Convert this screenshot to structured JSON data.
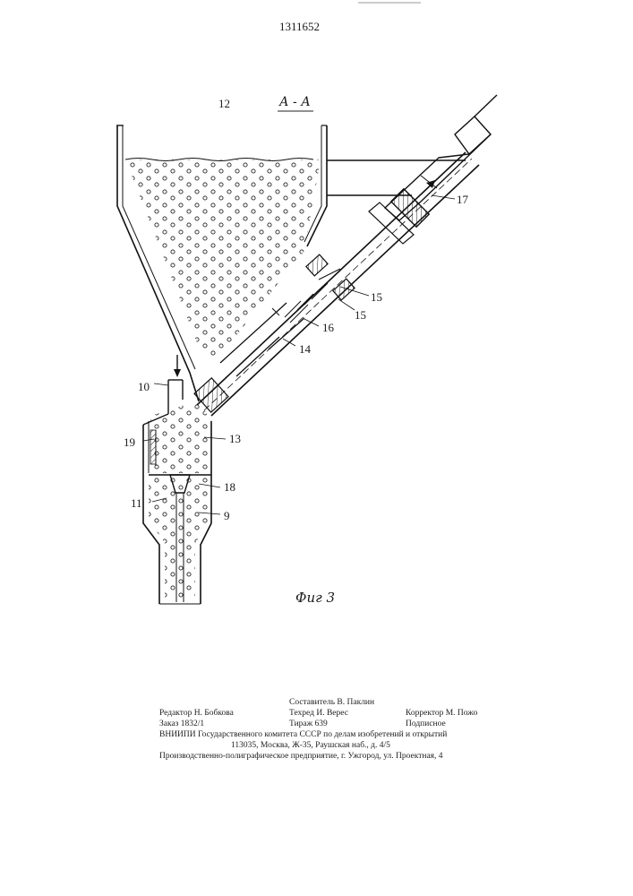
{
  "patent_number": "1311652",
  "section_label": "А - А",
  "figure_label": "Фиг 3",
  "callouts": {
    "c9": "9",
    "c10": "10",
    "c11": "11",
    "c12": "12",
    "c13": "13",
    "c14": "14",
    "c15a": "15",
    "c15b": "15",
    "c16": "16",
    "c17": "17",
    "c18": "18",
    "c19": "19"
  },
  "imprint": {
    "compiler": "Составитель В. Паклин",
    "editor": "Редактор Н. Бобкова",
    "techred": "Техред И. Верес",
    "corrector": "Корректор М. Пожо",
    "order": "Заказ 1832/1",
    "circulation": "Тираж 639",
    "subscription": "Подписное",
    "institute": "ВНИИПИ Государственного комитета СССР по делам изобретений и открытий",
    "address": "113035, Москва, Ж-35, Раушская наб., д. 4/5",
    "printing": "Производственно-полиграфическое предприятие, г. Ужгород, ул. Проектная, 4"
  }
}
